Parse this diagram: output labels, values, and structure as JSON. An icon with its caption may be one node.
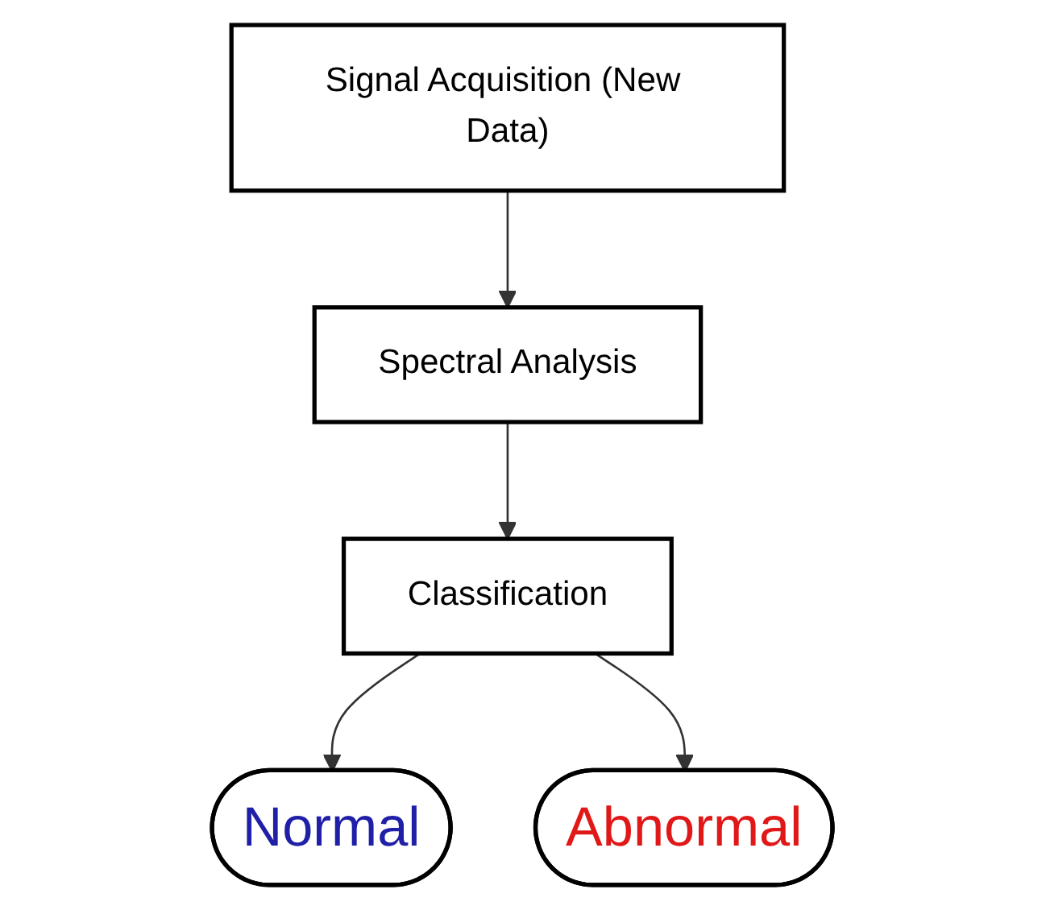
{
  "diagram": {
    "nodes": [
      {
        "text": [
          "Signal Acquisition (New Data)"
        ]
      },
      {
        "text": [
          "Spectral Analysis"
        ]
      },
      {
        "text": [
          "Classification"
        ]
      },
      {
        "text": [
          "Normal"
        ]
      },
      {
        "text": [
          "Abnormal"
        ]
      }
    ],
    "edges": [
      {
        "from": 0,
        "to": 1,
        "arrow": "to"
      },
      {
        "from": 1,
        "to": 2,
        "arrow": "to"
      },
      {
        "from": 2,
        "to": 3,
        "arrow": "to"
      },
      {
        "from": 2,
        "to": 4,
        "arrow": "to"
      }
    ]
  }
}
